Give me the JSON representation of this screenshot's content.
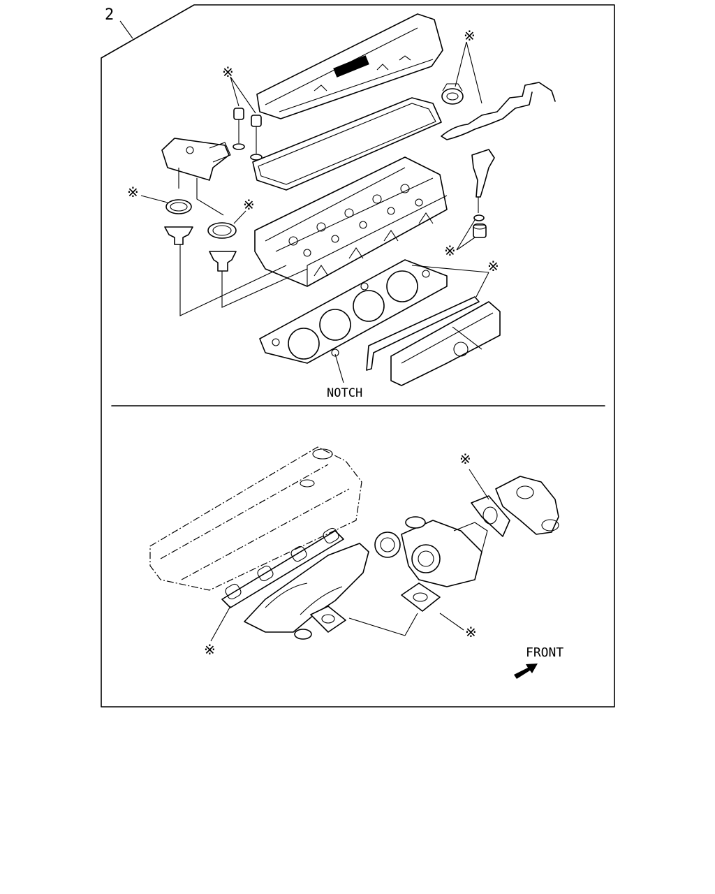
{
  "diagram": {
    "callout_number": "2",
    "asterisk_mark": "※",
    "labels": {
      "notch": "NOTCH",
      "front": "FRONT"
    },
    "colors": {
      "line": "#000000",
      "background": "#ffffff"
    },
    "icons": [
      "front-arrow-icon",
      "asterisk-marker-icon"
    ]
  }
}
